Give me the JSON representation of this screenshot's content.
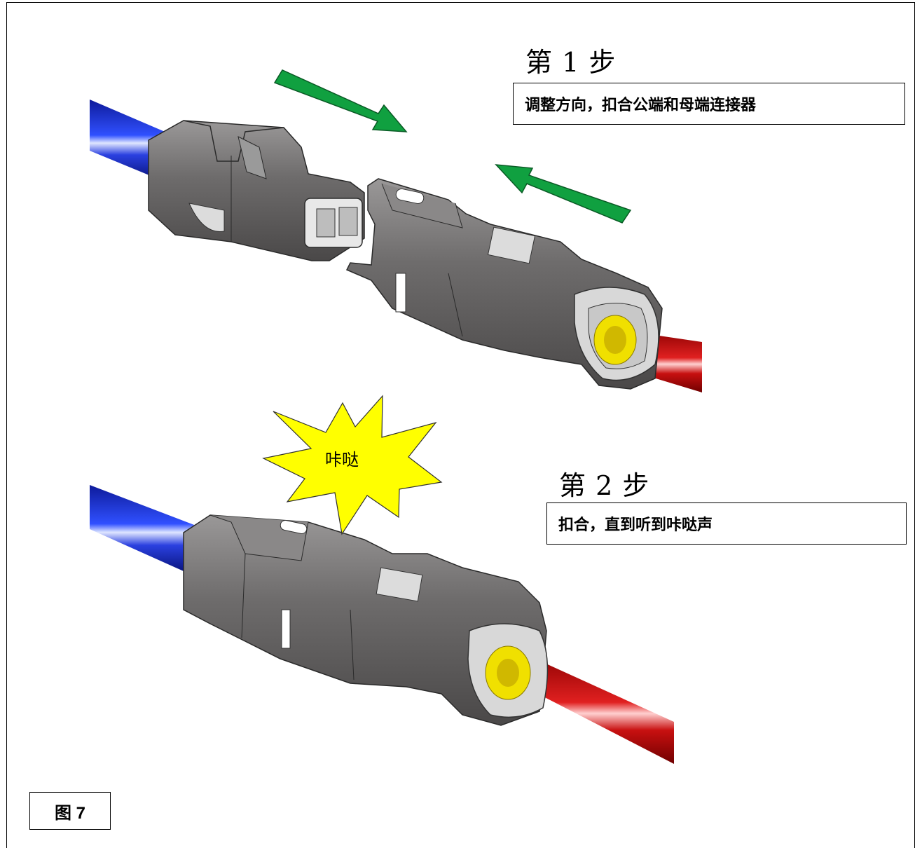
{
  "steps": [
    {
      "title": "第 1 步",
      "caption": "调整方向，扣合公端和母端连接器"
    },
    {
      "title": "第 2 步",
      "caption": "扣合，直到听到咔哒声"
    }
  ],
  "burst_label": "咔哒",
  "figure_label": "图 7",
  "colors": {
    "arrow": "#10a040",
    "burst": "#ffff00",
    "housing": "#6e6c6c",
    "housing_light": "#8a8888",
    "seal": "#d8d8d8",
    "blue_wire": "#1b2fd0",
    "red_wire": "#c01010",
    "pin": "#f0e000"
  }
}
